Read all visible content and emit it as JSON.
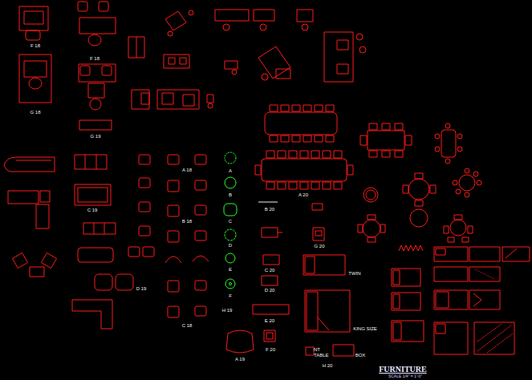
{
  "diagram": {
    "title": "FURNITURE",
    "caption": "SCALE 1/4\" = 1'-0\"",
    "labels": [
      "F 18",
      "G 18",
      "F 18",
      "G 19",
      "A 18",
      "A",
      "B",
      "C",
      "D",
      "E",
      "F",
      "B 20",
      "B 18",
      "C 19",
      "D 19",
      "C 18",
      "H 19",
      "A 19",
      "A 20",
      "G 20",
      "C 20",
      "D 20",
      "E 20",
      "F 20",
      "TWIN",
      "KING SIZE",
      "NT TABLE",
      "BOX",
      "H 20"
    ]
  }
}
